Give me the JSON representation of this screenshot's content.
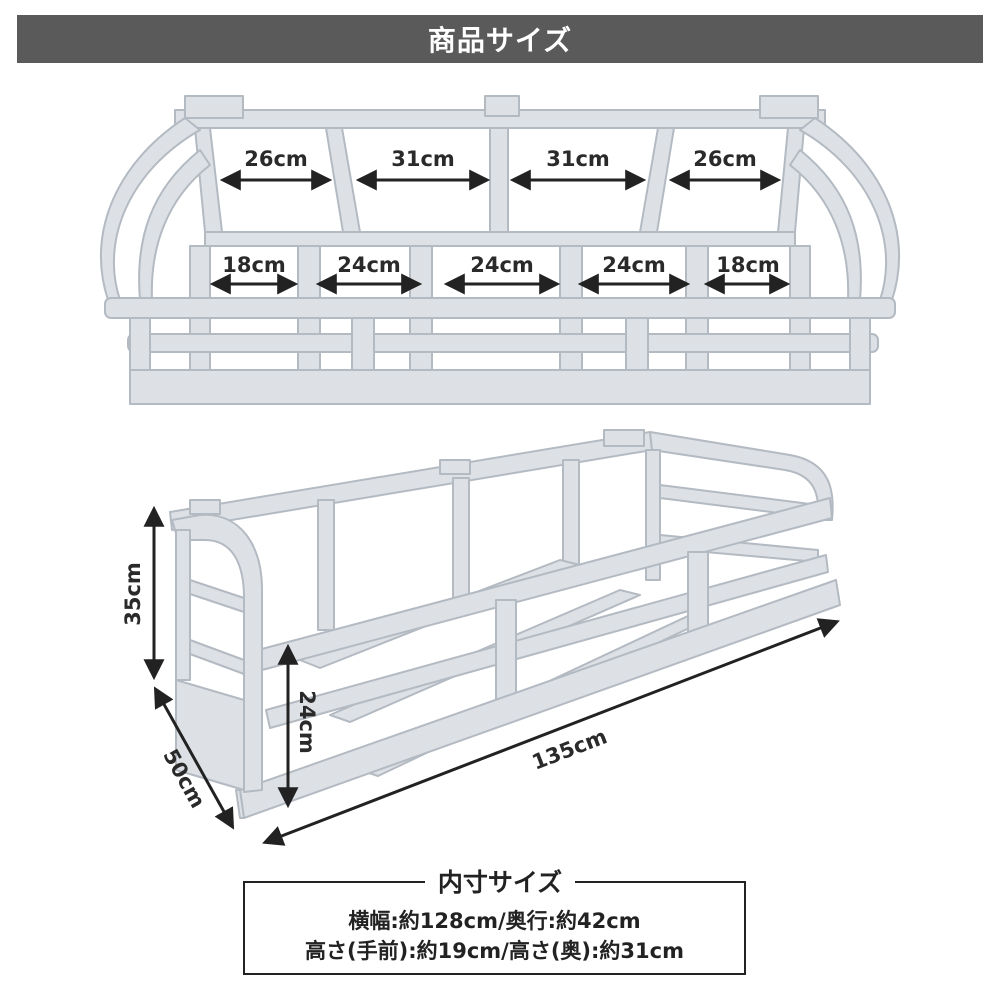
{
  "header": {
    "title": "商品サイズ"
  },
  "top_view": {
    "upper_dims": [
      "26cm",
      "31cm",
      "31cm",
      "26cm"
    ],
    "lower_dims": [
      "18cm",
      "24cm",
      "24cm",
      "24cm",
      "18cm"
    ]
  },
  "side_view": {
    "height_total": "35cm",
    "height_front": "24cm",
    "depth": "50cm",
    "width": "135cm"
  },
  "inner_size": {
    "title": "内寸サイズ",
    "line1": "横幅:約128cm/奥行:約42cm",
    "line2": "高さ(手前):約19cm/高さ(奥):約31cm"
  },
  "colors": {
    "header_bg": "#5a5a5a",
    "frame": "#dde1e6",
    "frame_edge": "#b4bac2",
    "arrow": "#222222"
  }
}
